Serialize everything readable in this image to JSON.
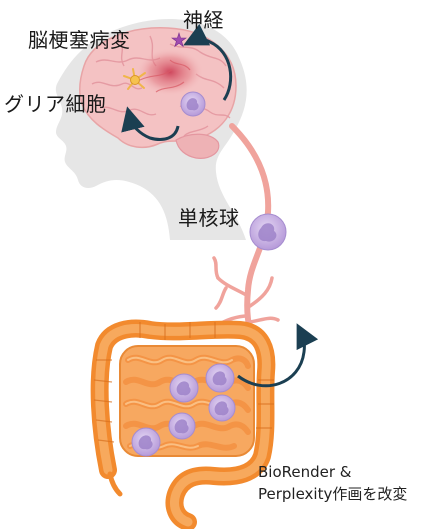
{
  "labels": {
    "stroke_lesion": "脳梗塞病変",
    "neuron": "神経",
    "glial_cell": "グリア細胞",
    "monocyte": "単核球"
  },
  "credit": {
    "line1": "BioRender &",
    "line2": "Perplexity作画を改変"
  },
  "colors": {
    "head_silhouette": "#e6e6e6",
    "brain": "#f4c2c3",
    "brain_lesion": "#d8485a",
    "vessel": "#f0a39c",
    "intestine_outer": "#f28a2e",
    "intestine_inner": "#f7b069",
    "monocyte_cell": "#c9b3e2",
    "monocyte_nucleus": "#9e82c9",
    "arrow": "#1b3f52"
  },
  "icons": [
    "neuron-star-icon",
    "glial-cell-icon",
    "monocyte-cell-icon",
    "curved-arrow-icon"
  ]
}
